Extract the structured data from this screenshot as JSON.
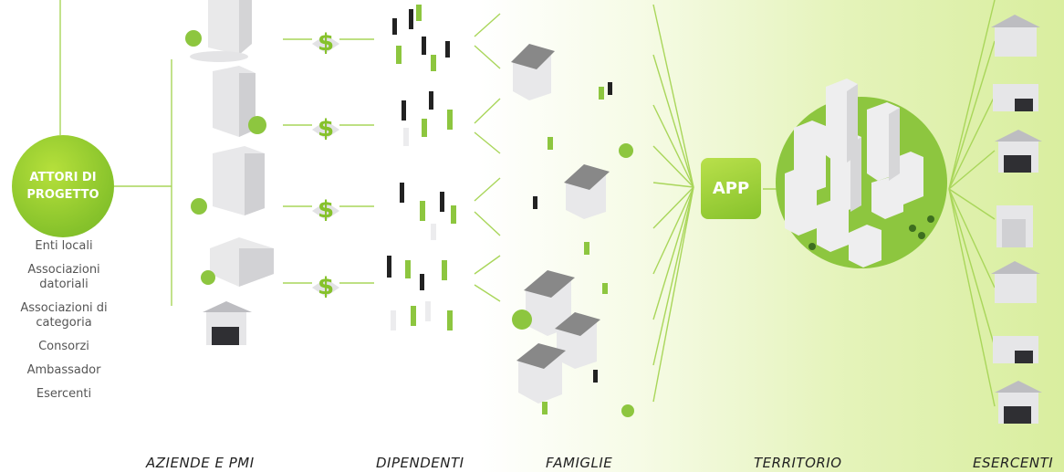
{
  "actors": {
    "circle_label": "ATTORI DI PROGETTO",
    "list": [
      "Enti locali",
      "Associazioni datoriali",
      "Associazioni di categoria",
      "Consorzi",
      "Ambassador",
      "Esercenti"
    ]
  },
  "columns": {
    "aziende": "AZIENDE E PMI",
    "dipendenti": "DIPENDENTI",
    "famiglie": "FAMIGLIE",
    "territorio": "TERRITORIO",
    "esercenti": "ESERCENTI"
  },
  "app_label": "APP",
  "currency_symbol": "$",
  "colors": {
    "accent": "#86c22b",
    "accent_light": "#b6e03b",
    "line": "#a9d65a",
    "building": "#e9e9ea",
    "shadow": "#d4d4d6"
  }
}
